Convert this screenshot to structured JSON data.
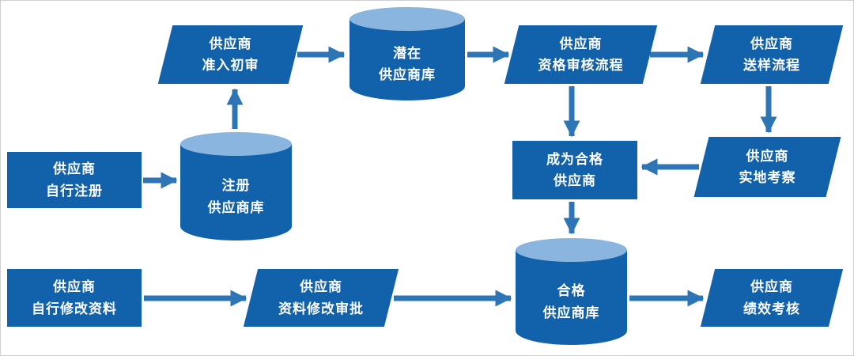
{
  "diagram": {
    "colors": {
      "shape_fill": "#1261ab",
      "cylinder_top": "#8ab5de",
      "arrow": "#2e75b6",
      "text": "#ffffff"
    },
    "nodes": [
      {
        "id": "supplier-self-register",
        "shape": "rectangle",
        "lines": [
          "供应商",
          "自行注册"
        ]
      },
      {
        "id": "register-supplier-db",
        "shape": "cylinder",
        "lines": [
          "注册",
          "供应商库"
        ]
      },
      {
        "id": "supplier-admission-review",
        "shape": "parallelogram",
        "lines": [
          "供应商",
          "准入初审"
        ]
      },
      {
        "id": "potential-supplier-db",
        "shape": "cylinder",
        "lines": [
          "潜在",
          "供应商库"
        ]
      },
      {
        "id": "qualification-review-process",
        "shape": "parallelogram",
        "lines": [
          "供应商",
          "资格审核流程"
        ]
      },
      {
        "id": "sample-delivery-process",
        "shape": "parallelogram",
        "lines": [
          "供应商",
          "送样流程"
        ]
      },
      {
        "id": "site-inspection",
        "shape": "parallelogram",
        "lines": [
          "供应商",
          "实地考察"
        ]
      },
      {
        "id": "become-qualified-supplier",
        "shape": "rectangle",
        "lines": [
          "成为合格",
          "供应商"
        ]
      },
      {
        "id": "qualified-supplier-db",
        "shape": "cylinder",
        "lines": [
          "合格",
          "供应商库"
        ]
      },
      {
        "id": "supplier-self-modify",
        "shape": "rectangle",
        "lines": [
          "供应商",
          "自行修改资料"
        ]
      },
      {
        "id": "modify-approval",
        "shape": "parallelogram",
        "lines": [
          "供应商",
          "资料修改审批"
        ]
      },
      {
        "id": "performance-assessment",
        "shape": "parallelogram",
        "lines": [
          "供应商",
          "绩效考核"
        ]
      }
    ],
    "edges": [
      {
        "from": "supplier-self-register",
        "to": "register-supplier-db"
      },
      {
        "from": "register-supplier-db",
        "to": "supplier-admission-review"
      },
      {
        "from": "supplier-admission-review",
        "to": "potential-supplier-db"
      },
      {
        "from": "potential-supplier-db",
        "to": "qualification-review-process"
      },
      {
        "from": "qualification-review-process",
        "to": "sample-delivery-process"
      },
      {
        "from": "qualification-review-process",
        "to": "become-qualified-supplier"
      },
      {
        "from": "sample-delivery-process",
        "to": "site-inspection"
      },
      {
        "from": "site-inspection",
        "to": "become-qualified-supplier"
      },
      {
        "from": "become-qualified-supplier",
        "to": "qualified-supplier-db"
      },
      {
        "from": "supplier-self-modify",
        "to": "modify-approval"
      },
      {
        "from": "modify-approval",
        "to": "qualified-supplier-db"
      },
      {
        "from": "qualified-supplier-db",
        "to": "performance-assessment"
      }
    ]
  }
}
